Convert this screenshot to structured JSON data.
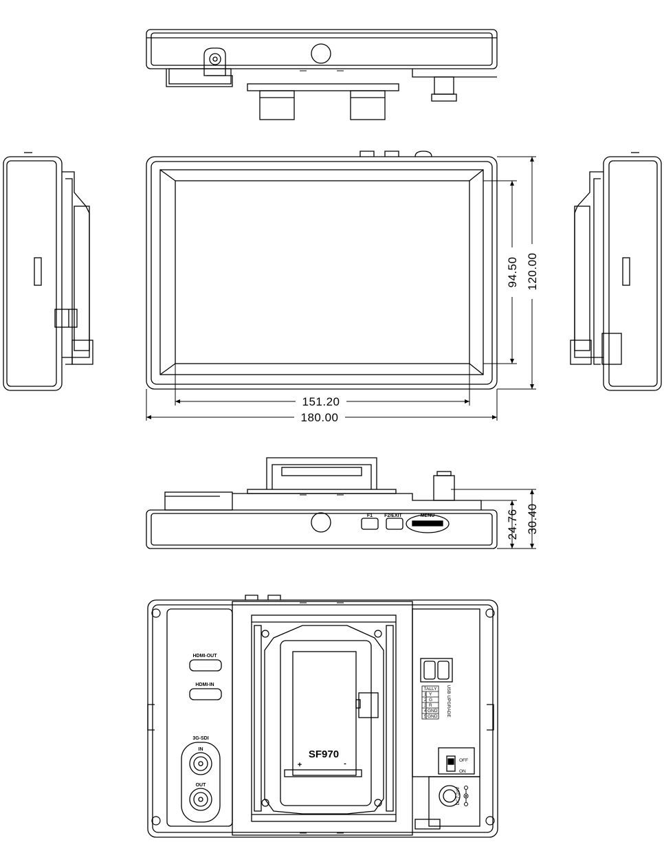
{
  "dimensions": {
    "screen_width": "151.20",
    "overall_width": "180.00",
    "screen_height": "94.50",
    "overall_height": "120.00",
    "body_depth": "24.76",
    "overall_depth": "30.40"
  },
  "front_buttons": {
    "f1": "F1",
    "f2_exit": "F2/EXIT",
    "menu": "MENU"
  },
  "rear_panel": {
    "hdmi_out": "HDMI-OUT",
    "hdmi_in": "HDMI-IN",
    "sdi_title": "3G-SDI",
    "sdi_in": "IN",
    "sdi_out": "OUT",
    "battery_model": "SF970",
    "battery_plus": "+",
    "battery_minus": "-",
    "usb_upgrade": "USB UPGRADE",
    "switch_off": "OFF",
    "switch_on": "ON",
    "dc_input": "DC7-24V"
  },
  "tally_table": {
    "header": "TALLY",
    "rows": [
      {
        "pin": "1",
        "signal": "Y"
      },
      {
        "pin": "2",
        "signal": "G"
      },
      {
        "pin": "3",
        "signal": "R"
      },
      {
        "pin": "4",
        "signal": "GND"
      },
      {
        "pin": "5",
        "signal": "GND"
      }
    ]
  }
}
